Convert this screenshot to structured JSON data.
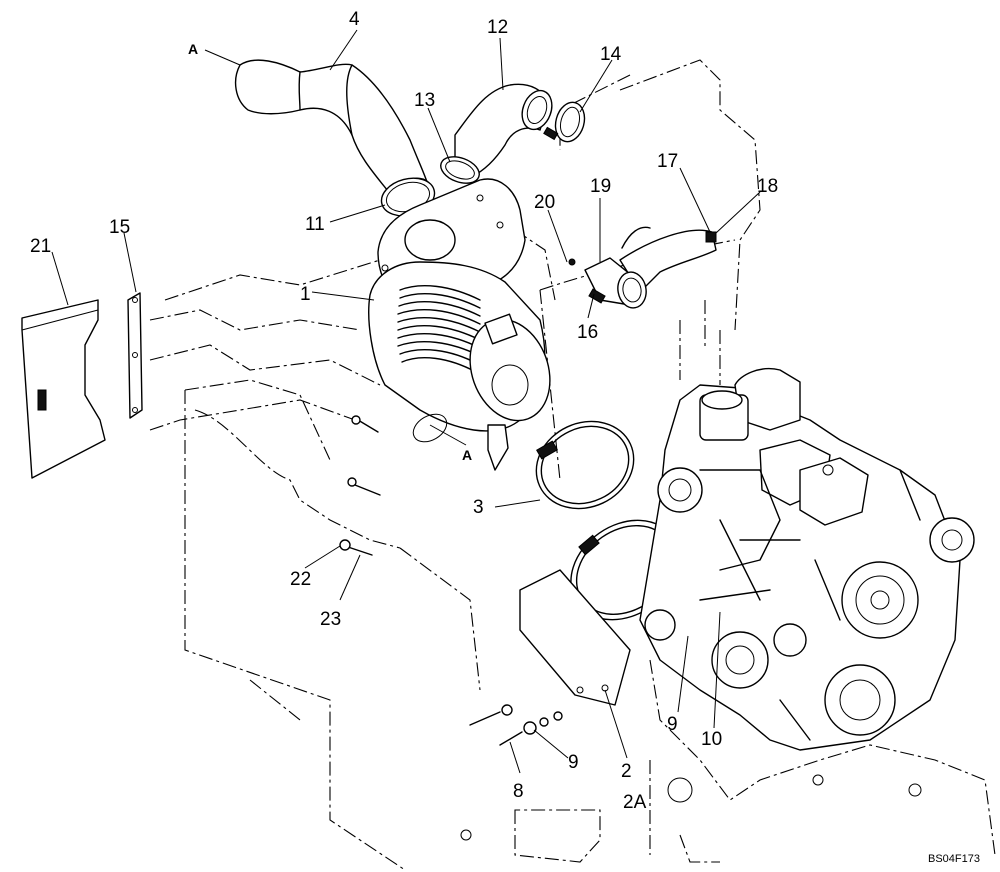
{
  "figure_code": "BS04F173",
  "section_markers": {
    "upper": "A",
    "lower": "A"
  },
  "callouts": [
    {
      "id": "1",
      "label": "1"
    },
    {
      "id": "2",
      "label": "2"
    },
    {
      "id": "2A",
      "label": "2A"
    },
    {
      "id": "3",
      "label": "3"
    },
    {
      "id": "4",
      "label": "4"
    },
    {
      "id": "8",
      "label": "8"
    },
    {
      "id": "9a",
      "label": "9"
    },
    {
      "id": "9b",
      "label": "9"
    },
    {
      "id": "10",
      "label": "10"
    },
    {
      "id": "11",
      "label": "11"
    },
    {
      "id": "12",
      "label": "12"
    },
    {
      "id": "13",
      "label": "13"
    },
    {
      "id": "14",
      "label": "14"
    },
    {
      "id": "15",
      "label": "15"
    },
    {
      "id": "16",
      "label": "16"
    },
    {
      "id": "17",
      "label": "17"
    },
    {
      "id": "18",
      "label": "18"
    },
    {
      "id": "19",
      "label": "19"
    },
    {
      "id": "20",
      "label": "20"
    },
    {
      "id": "21",
      "label": "21"
    },
    {
      "id": "22",
      "label": "22"
    },
    {
      "id": "23",
      "label": "23"
    }
  ]
}
